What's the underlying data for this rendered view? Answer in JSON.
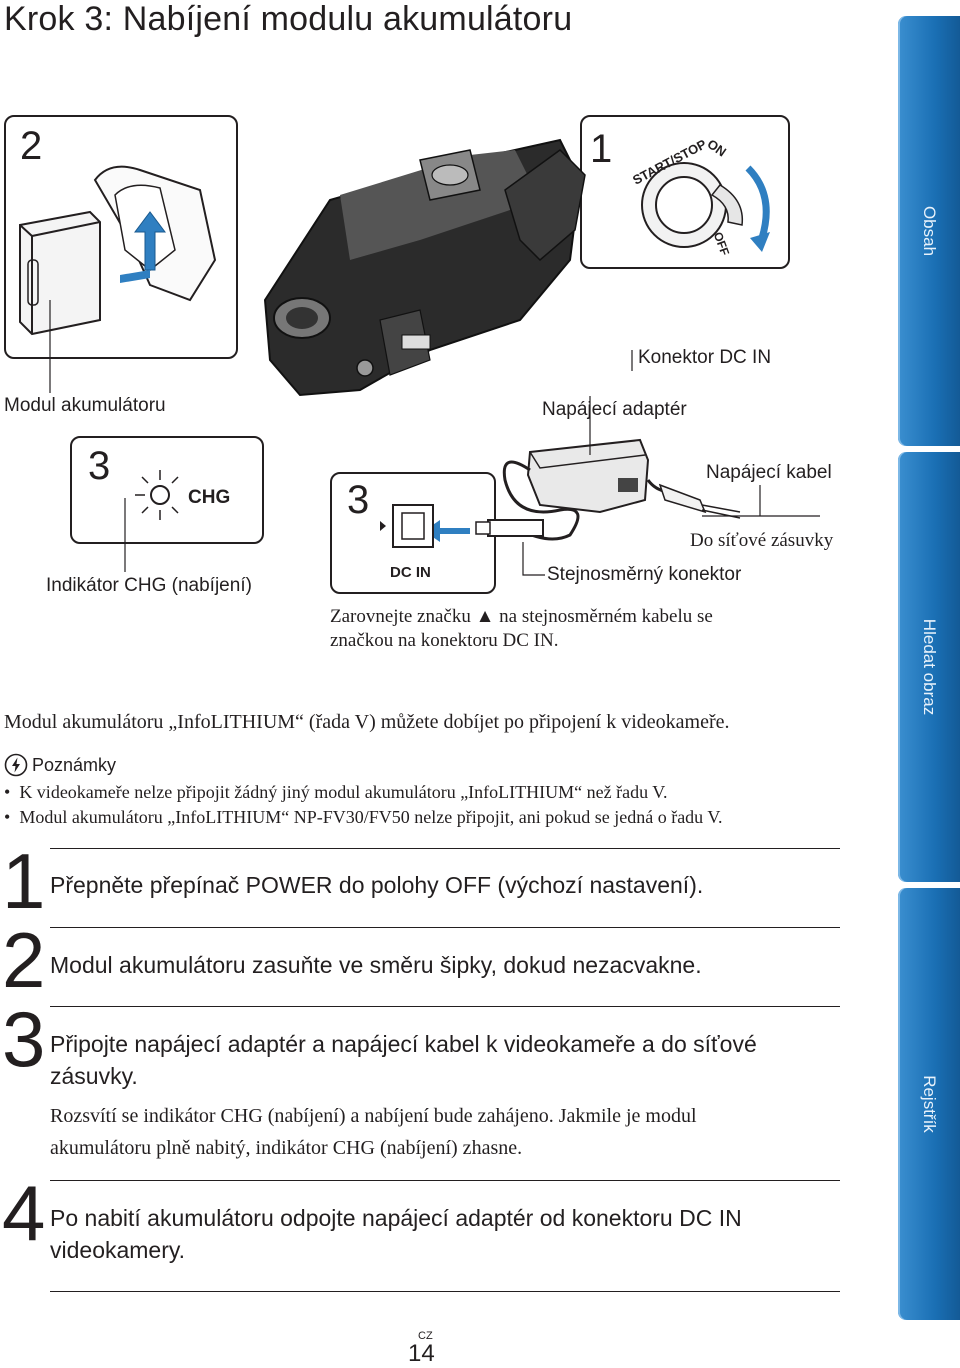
{
  "page": {
    "title": "Krok 3: Nabíjení modulu akumulátoru",
    "page_lang": "CZ",
    "page_number": "14"
  },
  "figure": {
    "step2_label": "2",
    "step1_label": "1",
    "step3_label_a": "3",
    "step3_label_b": "3",
    "dial_start_stop": "START/STOP",
    "dial_on": "ON",
    "dial_off": "OFF",
    "chg_text": "CHG",
    "dc_in_text": "DC IN",
    "callouts": {
      "battery_module": "Modul akumulátoru",
      "dc_in_connector": "Konektor DC IN",
      "power_adapter": "Napájecí adaptér",
      "power_cord": "Napájecí kabel",
      "to_outlet": "Do síťové zásuvky",
      "dc_plug": "Stejnosměrný konektor",
      "chg_indicator": "Indikátor CHG (nabíjení)",
      "align_line1": "Zarovnejte značku ▲ na stejnosměrném kabelu se",
      "align_line2": "značkou na konektoru DC IN."
    }
  },
  "body": {
    "intro": "Modul akumulátoru „InfoLITHIUM“ (řada V) můžete dobíjet po připojení k videokameře.",
    "notes_heading": "Poznámky",
    "notes": [
      "K videokameře nelze připojit žádný jiný modul akumulátoru „InfoLITHIUM“ než řadu V.",
      "Modul akumulátoru „InfoLITHIUM“ NP-FV30/FV50 nelze připojit, ani pokud se jedná o řadu V."
    ]
  },
  "steps": [
    {
      "num": "1",
      "text": "Přepněte přepínač POWER do polohy OFF (výchozí nastavení)."
    },
    {
      "num": "2",
      "text": "Modul akumulátoru zasuňte ve směru šipky, dokud nezacvakne."
    },
    {
      "num": "3",
      "text_line1": "Připojte napájecí adaptér a napájecí kabel k videokameře a do síťové",
      "text_line2": "zásuvky.",
      "sub_line1": "Rozsvítí se indikátor CHG (nabíjení) a nabíjení bude zahájeno. Jakmile je modul",
      "sub_line2": "akumulátoru plně nabitý, indikátor CHG (nabíjení) zhasne."
    },
    {
      "num": "4",
      "text_line1": "Po nabití akumulátoru odpojte napájecí adaptér od konektoru DC IN",
      "text_line2": "videokamery."
    }
  ],
  "sidebar": {
    "tabs": [
      "Obsah",
      "Hledat obraz",
      "Rejstřík"
    ],
    "tab_color": "#1a6fb4"
  }
}
